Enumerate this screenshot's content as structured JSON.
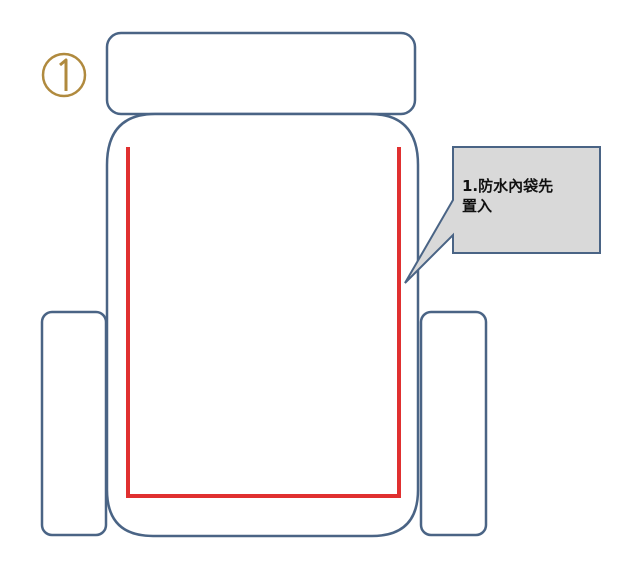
{
  "step": {
    "label": "①",
    "color": "#b08a3e"
  },
  "callout": {
    "text": "1.防水內袋先\n置入",
    "fill": "#d9d9d9",
    "stroke": "#4a6485"
  },
  "colors": {
    "outline": "#4a6485",
    "liner": "#e03030",
    "background": "#ffffff"
  },
  "parts": [
    "top-lid",
    "main-body",
    "left-side-pocket",
    "right-side-pocket",
    "waterproof-liner"
  ]
}
